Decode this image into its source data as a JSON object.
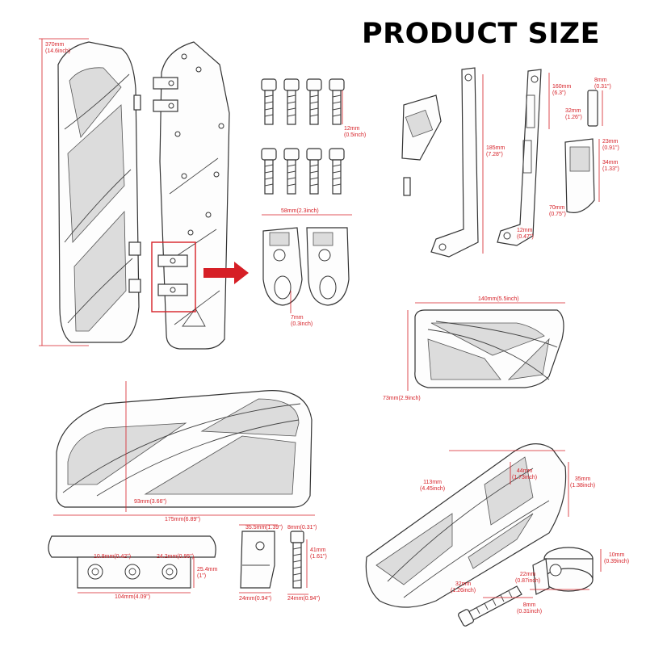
{
  "title": "PRODUCT SIZE",
  "dims": {
    "board_len_mm": "370mm",
    "board_len_in": "(14.6inch)",
    "bolt_mm": "12mm",
    "bolt_in": "(0.5inch)",
    "clamp_w": "58mm(2.3inch)",
    "clamp_gap_mm": "7mm",
    "clamp_gap_in": "(0.3inch)",
    "lever_len_mm": "185mm",
    "lever_len_in": "(7.28\")",
    "lever2_len_mm": "160mm",
    "lever2_len_in": "(6.3\")",
    "lever_hole_mm": "12mm",
    "lever_hole_in": "(0.47\")",
    "pin_d_mm": "8mm",
    "pin_d_in": "(0.31\")",
    "pin_len_mm": "32mm",
    "pin_len_in": "(1.26\")",
    "peg_h_mm": "23mm",
    "peg_h_in": "(0.91\")",
    "peg_len_mm": "34mm",
    "peg_len_in": "(1.33\")",
    "peg_w_mm": "70mm",
    "peg_w_in": "(0.75\")",
    "mid_w": "140mm(5.5inch)",
    "mid_h": "73mm(2.9inch)",
    "big_inner": "93mm(3.66\")",
    "big_w": "175mm(6.89\")",
    "mount_a": "10.8mm(0.42\")",
    "mount_b": "24.2mm(0.95\")",
    "mount_h_mm": "25.4mm",
    "mount_h_in": "(1\")",
    "mount_w": "104mm(4.09\")",
    "block_w": "35.5mm(1.39\")",
    "block_base": "24mm(0.94\")",
    "bolt2_d": "8mm(0.31\")",
    "bolt2_len_mm": "41mm",
    "bolt2_len_in": "(1.61\")",
    "bolt2_base": "24mm(0.94\")",
    "pedal_len_mm": "113mm",
    "pedal_len_in": "(4.45inch)",
    "pedal_inner_mm": "44mm",
    "pedal_inner_in": "(1.73inch)",
    "pedal_h_mm": "35mm",
    "pedal_h_in": "(1.38inch)",
    "knuckle_mm": "10mm",
    "knuckle_in": "(0.39inch)",
    "knuckle_d_mm": "22mm",
    "knuckle_d_in": "(0.87inch)",
    "screw_len_mm": "32mm",
    "screw_len_in": "(1.26inch)",
    "screw_d_mm": "8mm",
    "screw_d_in": "(0.31inch)"
  },
  "colors": {
    "dimension": "#d61f26",
    "outline": "#333333",
    "text": "#000000"
  }
}
